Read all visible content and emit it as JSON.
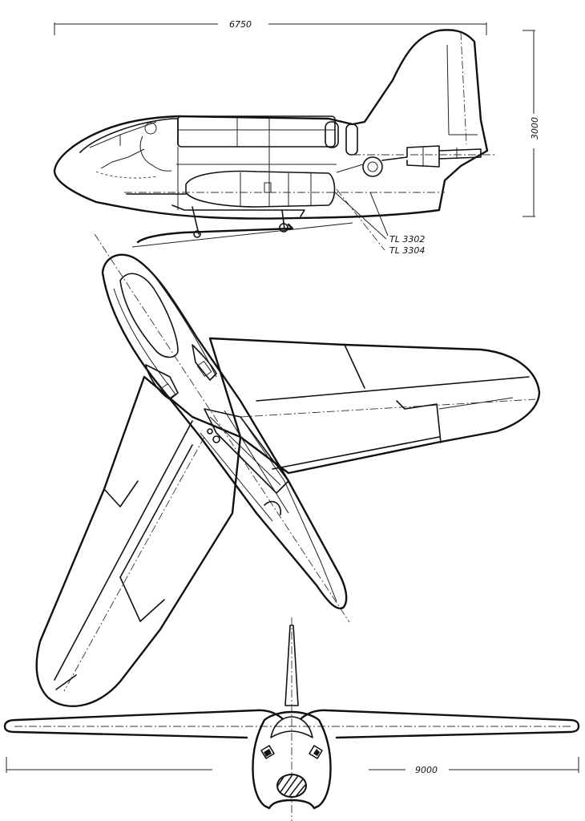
{
  "dimensions": {
    "length": "6750",
    "height": "3000",
    "span": "9000"
  },
  "callouts": {
    "engine_a": "TL 3302",
    "engine_b": "TL 3304"
  },
  "line_color": "#111111",
  "background_color": "#ffffff"
}
